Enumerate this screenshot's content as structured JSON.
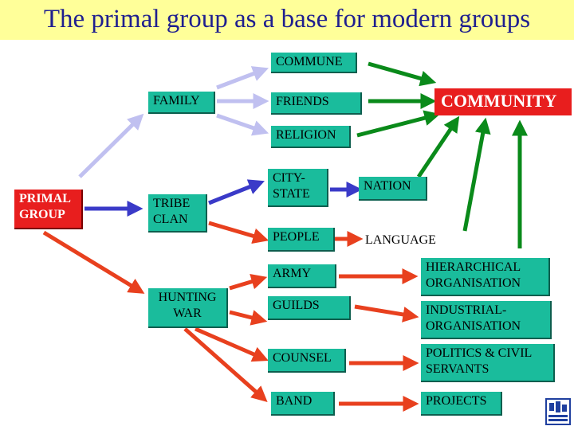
{
  "title": "The primal group as a base for modern groups",
  "nodes": {
    "commune": "COMMUNE",
    "family": "FAMILY",
    "friends": "FRIENDS",
    "community": "COMMUNITY",
    "religion": "RELIGION",
    "primal_group": "PRIMAL GROUP",
    "tribe_clan": "TRIBE CLAN",
    "city_state": "CITY-STATE",
    "nation": "NATION",
    "people": "PEOPLE",
    "language": "LANGUAGE",
    "army": "ARMY",
    "hierarchical": "HIERARCHICAL ORGANISATION",
    "hunting_war": "HUNTING WAR",
    "guilds": "GUILDS",
    "industrial": "INDUSTRIAL-ORGANISATION",
    "counsel": "COUNSEL",
    "politics": "POLITICS & CIVIL SERVANTS",
    "band": "BAND",
    "projects": "PROJECTS"
  },
  "colors": {
    "title_bg": "#ffff99",
    "title_text": "#1f1f8f",
    "box_green": "#1abc9c",
    "box_red": "#e81e1e",
    "arrow_red": "#e8401e",
    "arrow_green": "#0a8a1a",
    "arrow_blue": "#3a3ac8",
    "arrow_lavender": "#c0c0f0"
  },
  "logo_icon": "logo-icon"
}
